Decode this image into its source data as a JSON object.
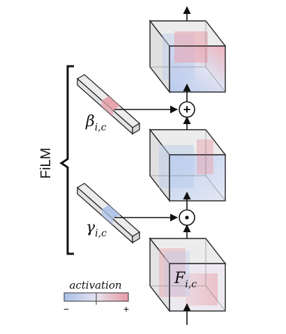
{
  "diagram": {
    "film_label": "FiLM",
    "beta_label": "β",
    "beta_sub": "i,c",
    "gamma_label": "γ",
    "gamma_sub": "i,c",
    "feature_label": "F",
    "feature_sub": "i,c",
    "add_symbol": "+",
    "mul_symbol": "⊙",
    "legend": {
      "title": "activation",
      "minus": "−",
      "plus": "+"
    }
  },
  "colors": {
    "blue": "#9fb8e6",
    "red": "#e8a3ab",
    "outline": "#222222",
    "cube_face": "#e6e6e6"
  }
}
